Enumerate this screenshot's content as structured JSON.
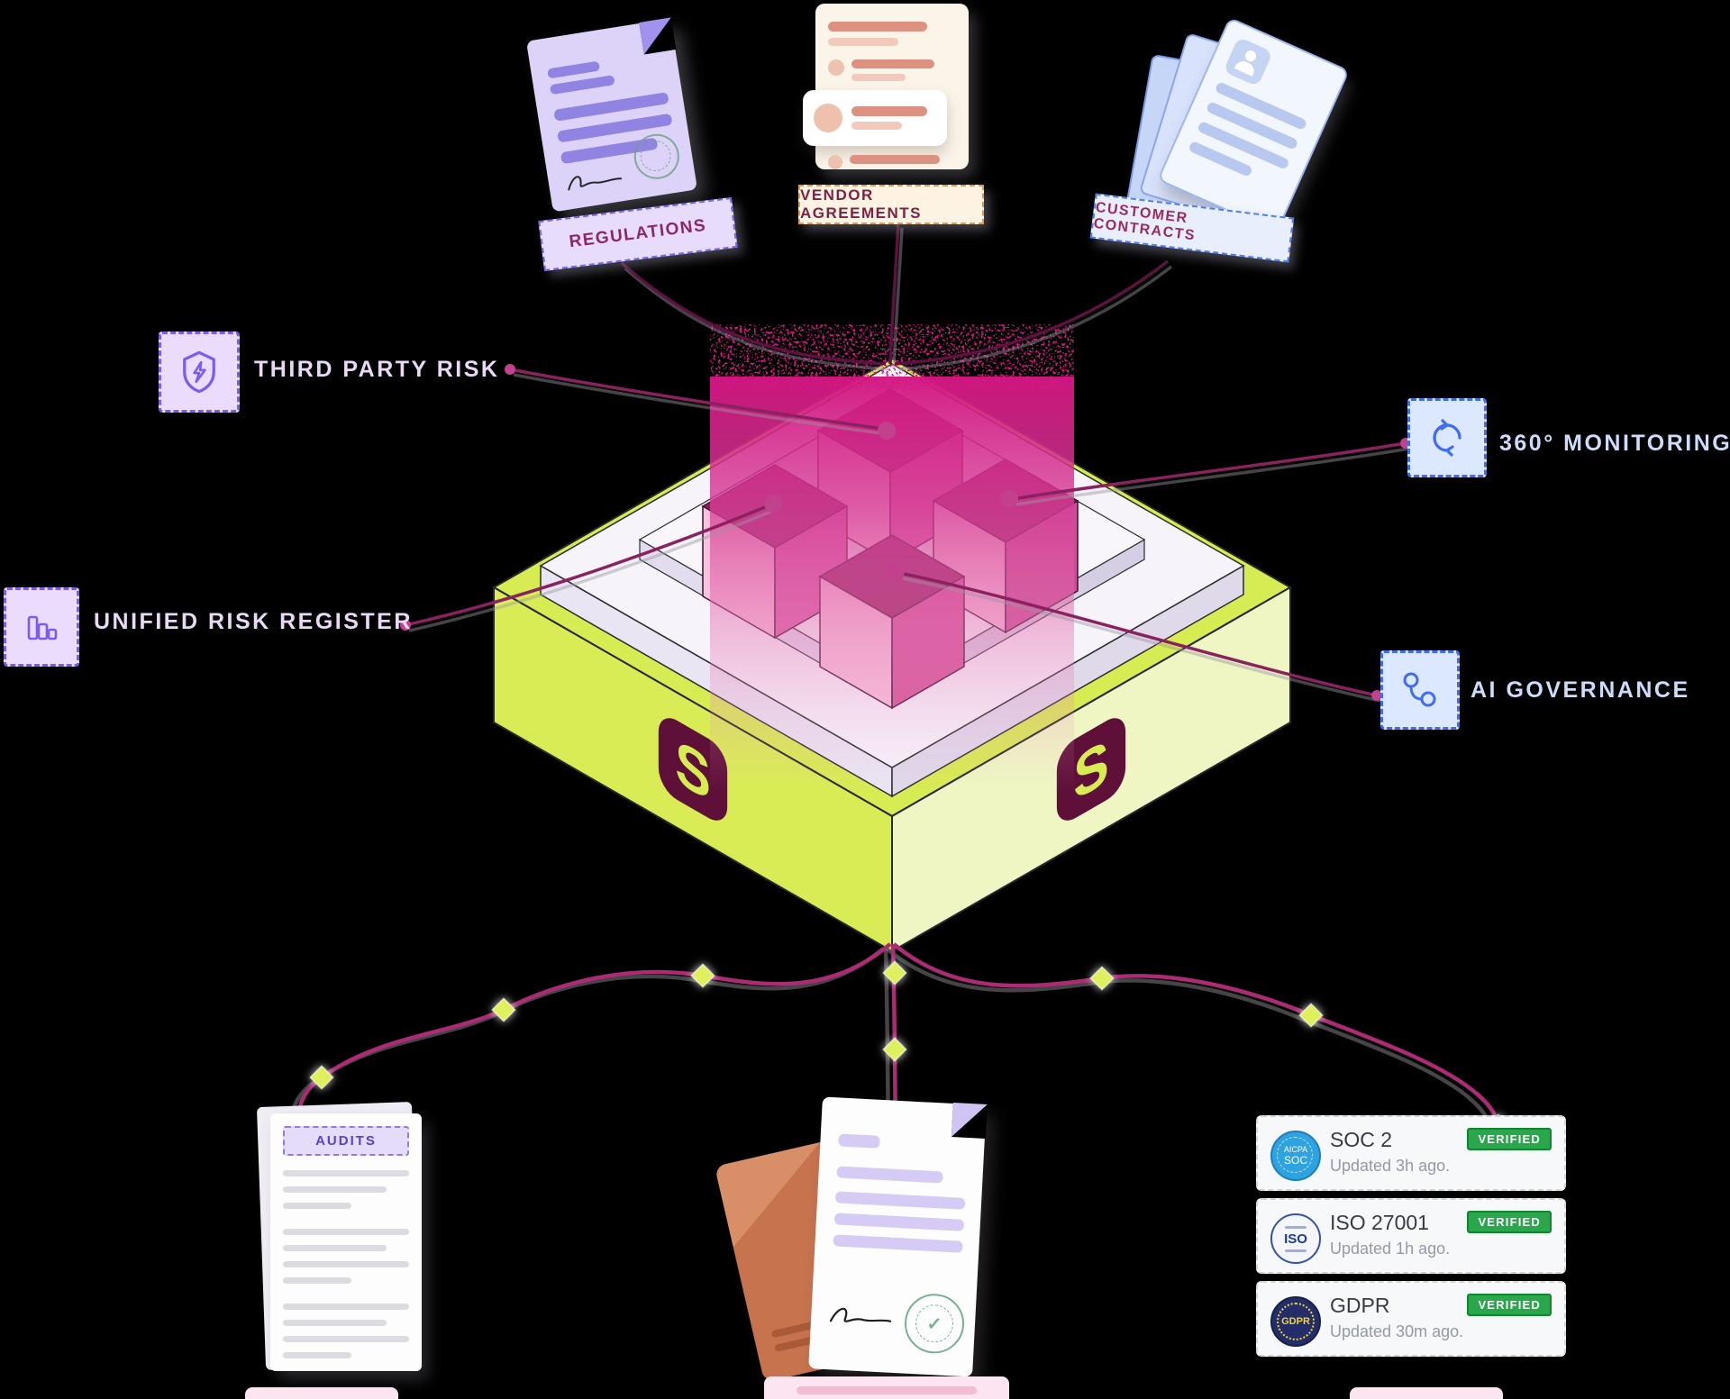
{
  "scene": {
    "background": "#000000",
    "platform_logo": "S",
    "colors": {
      "magenta_curtain": "#d31682",
      "cube_top": "#8e1f5b",
      "cube_left": "#f7c3dc",
      "cube_right": "#d85fa5",
      "box_lime": "#d7eb52",
      "box_lime_pale": "#eff6c3",
      "logo_maroon": "#5e1038",
      "connector_top": "#5d1240",
      "connector_bottom": "#ad2a74",
      "accent_purple": "#7a5cf0",
      "accent_blue": "#3f6cf5",
      "verified_green": "#2aa64c"
    }
  },
  "top_sources": {
    "regulations": {
      "label": "REGULATIONS"
    },
    "vendor_agreements": {
      "label": "VENDOR AGREEMENTS"
    },
    "customer_contracts": {
      "label": "CUSTOMER CONTRACTS"
    }
  },
  "callouts": {
    "third_party_risk": {
      "label": "THIRD PARTY RISK",
      "icon": "shield-bolt-icon"
    },
    "monitoring": {
      "label": "360° MONITORING",
      "icon": "sync-icon"
    },
    "risk_register": {
      "label": "UNIFIED RISK REGISTER",
      "icon": "bar-chart-icon"
    },
    "ai_governance": {
      "label": "AI GOVERNANCE",
      "icon": "route-icon"
    }
  },
  "outputs": {
    "audits_header": "AUDITS",
    "badges": [
      {
        "name": "SOC 2",
        "updated": "Updated 3h ago.",
        "status": "VERIFIED",
        "seal_line1": "AICPA",
        "seal_line2": "SOC"
      },
      {
        "name": "ISO 27001",
        "updated": "Updated 1h ago.",
        "status": "VERIFIED",
        "seal_text": "ISO"
      },
      {
        "name": "GDPR",
        "updated": "Updated 30m ago.",
        "status": "VERIFIED",
        "seal_text": "GDPR"
      }
    ]
  }
}
